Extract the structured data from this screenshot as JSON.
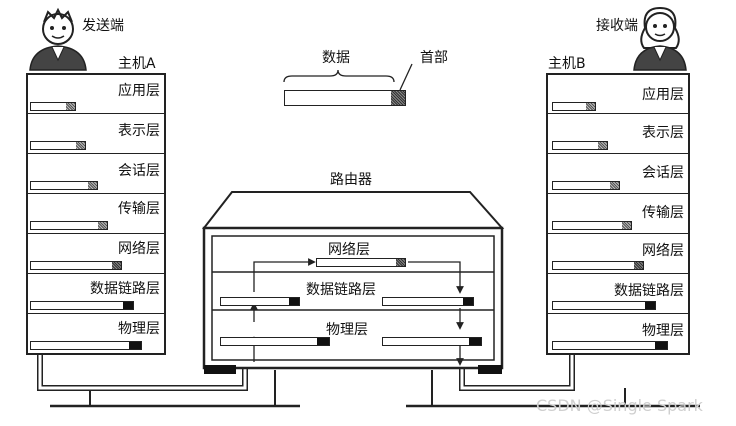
{
  "host_a": {
    "role": "发送端",
    "name": "主机A",
    "layers": [
      "应用层",
      "表示层",
      "会话层",
      "传输层",
      "网络层",
      "数据链路层",
      "物理层"
    ]
  },
  "host_b": {
    "role": "接收端",
    "name": "主机B",
    "layers": [
      "应用层",
      "表示层",
      "会话层",
      "传输层",
      "网络层",
      "数据链路层",
      "物理层"
    ]
  },
  "legend": {
    "data_label": "数据",
    "header_label": "首部"
  },
  "router": {
    "title": "路由器",
    "layers": [
      "网络层",
      "数据链路层",
      "物理层"
    ]
  },
  "watermark": "CSDN @Single Spark"
}
